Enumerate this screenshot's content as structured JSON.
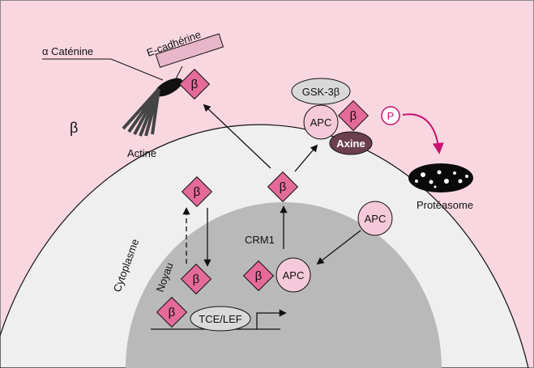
{
  "colors": {
    "outer_bg": "#f8d7e0",
    "cell_fill": "#efefef",
    "nucleus_fill": "#b9b9b9",
    "beta_fill": "#e46a99",
    "apc_fill": "#f4c9d9",
    "axine_fill": "#6b3f4f",
    "accent": "#c8126f",
    "ecad_fill": "#f3c5d6"
  },
  "labels": {
    "alpha_catenine": "α Caténine",
    "e_cadherine": "E-cadhérine",
    "beta_outside": "β",
    "actine": "Actine",
    "gsk3b": "GSK-3β",
    "apc": "APC",
    "axine": "Axine",
    "p": "P",
    "proteasome": "Protéasome",
    "crm1": "CRM1",
    "cytoplasme": "Cytoplasme",
    "noyau": "Noyau",
    "tce_lef": "TCE/LEF",
    "beta": "β"
  },
  "icons": {
    "actin_bundle": "actin-filaments-icon",
    "proteasome": "proteasome-icon",
    "phosphate": "phosphate-circle-icon"
  }
}
